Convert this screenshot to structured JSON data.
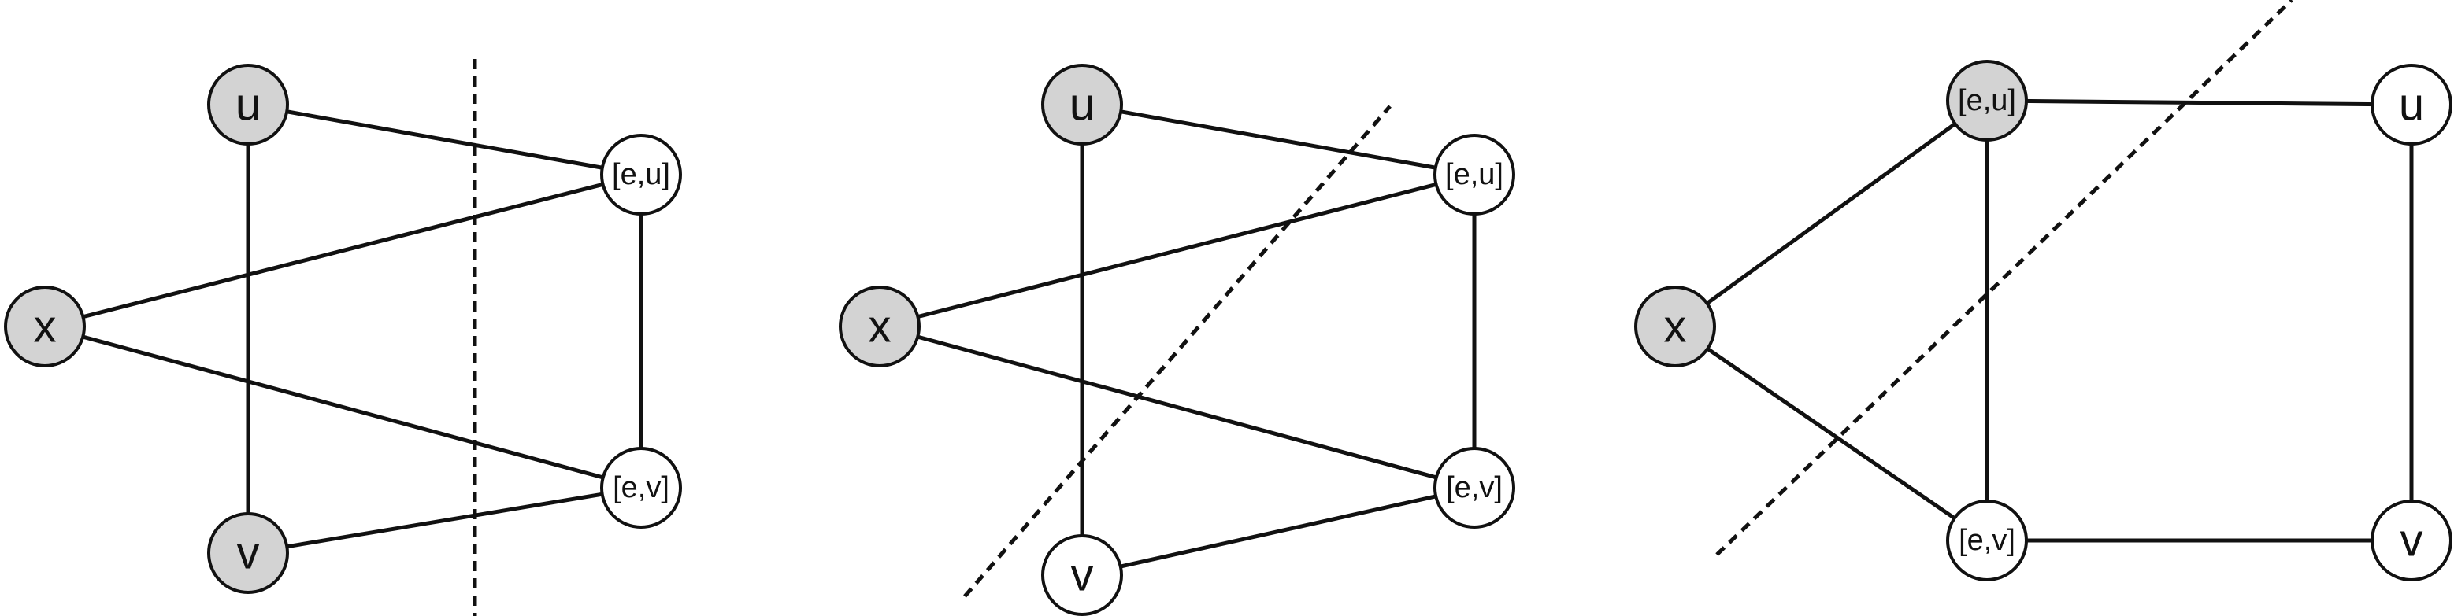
{
  "colors": {
    "shaded_node": "#d3d3d3",
    "plain_node": "#ffffff",
    "stroke": "#111111"
  },
  "panels": [
    {
      "nodes": [
        {
          "id": "u",
          "label": "u",
          "shaded": true
        },
        {
          "id": "v",
          "label": "v",
          "shaded": true
        },
        {
          "id": "x",
          "label": "x",
          "shaded": true
        },
        {
          "id": "eu",
          "label": "[e,u]",
          "shaded": false
        },
        {
          "id": "ev",
          "label": "[e,v]",
          "shaded": false
        }
      ],
      "edges": [
        [
          "u",
          "v"
        ],
        [
          "u",
          "eu"
        ],
        [
          "x",
          "eu"
        ],
        [
          "x",
          "ev"
        ],
        [
          "v",
          "ev"
        ],
        [
          "eu",
          "ev"
        ]
      ],
      "cut": "vertical dashed line"
    },
    {
      "nodes": [
        {
          "id": "u",
          "label": "u",
          "shaded": true
        },
        {
          "id": "v",
          "label": "v",
          "shaded": false
        },
        {
          "id": "x",
          "label": "x",
          "shaded": true
        },
        {
          "id": "eu",
          "label": "[e,u]",
          "shaded": false
        },
        {
          "id": "ev",
          "label": "[e,v]",
          "shaded": false
        }
      ],
      "edges": [
        [
          "u",
          "v"
        ],
        [
          "u",
          "eu"
        ],
        [
          "x",
          "eu"
        ],
        [
          "x",
          "ev"
        ],
        [
          "v",
          "ev"
        ],
        [
          "eu",
          "ev"
        ]
      ],
      "cut": "diagonal dashed line"
    },
    {
      "nodes": [
        {
          "id": "x",
          "label": "x",
          "shaded": true
        },
        {
          "id": "eu",
          "label": "[e,u]",
          "shaded": true
        },
        {
          "id": "ev",
          "label": "[e,v]",
          "shaded": false
        },
        {
          "id": "u",
          "label": "u",
          "shaded": false
        },
        {
          "id": "v",
          "label": "v",
          "shaded": false
        }
      ],
      "edges": [
        [
          "x",
          "eu"
        ],
        [
          "x",
          "ev"
        ],
        [
          "eu",
          "ev"
        ],
        [
          "eu",
          "u"
        ],
        [
          "ev",
          "v"
        ],
        [
          "u",
          "v"
        ]
      ],
      "cut": "diagonal dashed line"
    }
  ]
}
